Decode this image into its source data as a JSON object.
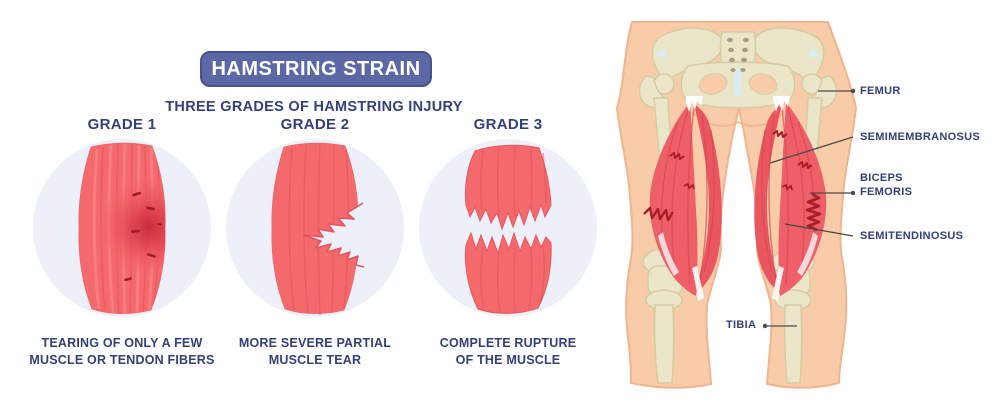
{
  "title": "HAMSTRING STRAIN",
  "subtitle": "THREE GRADES OF HAMSTRING INJURY",
  "grades": [
    {
      "label": "GRADE 1",
      "caption1": "TEARING OF ONLY A FEW",
      "caption2": "MUSCLE OR TENDON FIBERS"
    },
    {
      "label": "GRADE 2",
      "caption1": "MORE SEVERE PARTIAL",
      "caption2": "MUSCLE TEAR"
    },
    {
      "label": "GRADE 3",
      "caption1": "COMPLETE RUPTURE",
      "caption2": "OF THE MUSCLE"
    }
  ],
  "anatomy": {
    "labels": {
      "femur": "FEMUR",
      "semimembranosus": "SEMIMEMBRANOSUS",
      "biceps_femoris": "BICEPS FEMORIS",
      "semitendinosus": "SEMITENDINOSUS",
      "tibia": "TIBIA"
    }
  },
  "colors": {
    "badge_bg": "#5c68a6",
    "badge_border": "#475391",
    "text_navy": "#33407a",
    "muscle_red": "#f4696c",
    "bruise_red": "#d93843",
    "tear_dark_red": "#b0202c",
    "circle_bg": "#edf0f9",
    "skin": "#f8cba9",
    "skin_outline": "#f0b48e",
    "bone": "#ebe5c9",
    "bone_outline": "#d6cca1",
    "leader_line": "#4a4a4a"
  }
}
